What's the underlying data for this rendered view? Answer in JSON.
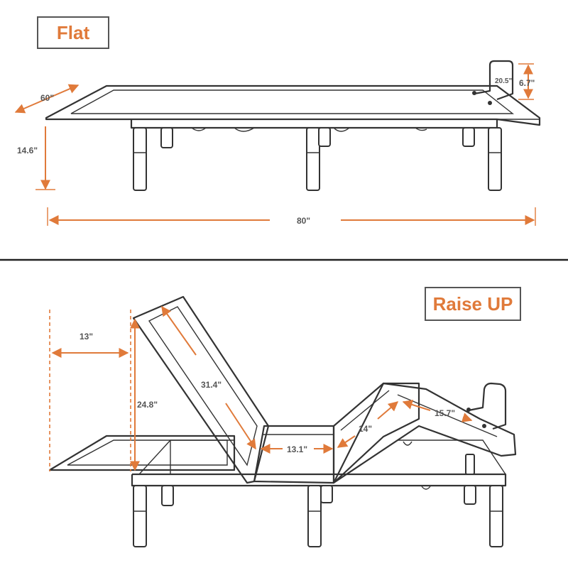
{
  "flat": {
    "title": "Flat",
    "dims": {
      "width": "60\"",
      "height": "14.6\"",
      "length": "80\"",
      "handle_width": "20.5\"",
      "handle_height": "6.7\""
    }
  },
  "raised": {
    "title": "Raise UP",
    "dims": {
      "head_offset": "13\"",
      "head_height": "24.8\"",
      "back_length": "31.4\"",
      "seat_length": "13.1\"",
      "thigh_length": "14\"",
      "foot_length": "15.7\""
    }
  },
  "colors": {
    "accent": "#e07a3a",
    "line": "#333333",
    "divider": "#222222"
  }
}
